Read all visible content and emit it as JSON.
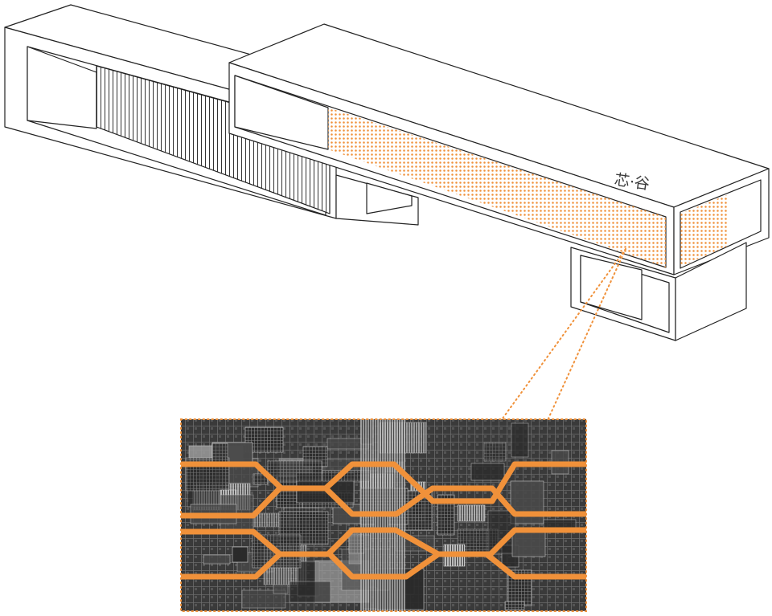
{
  "building": {
    "sign_text": "芯·谷"
  },
  "colors": {
    "outline": "#222222",
    "accent_orange": "#f0913a",
    "chip_dark": "#2a2a2a",
    "chip_mid": "#7a7a7a",
    "chip_light": "#cfcfcf",
    "background": "#ffffff"
  },
  "inset": {
    "subject": "microchip-die-texture",
    "trace_count": 4
  }
}
